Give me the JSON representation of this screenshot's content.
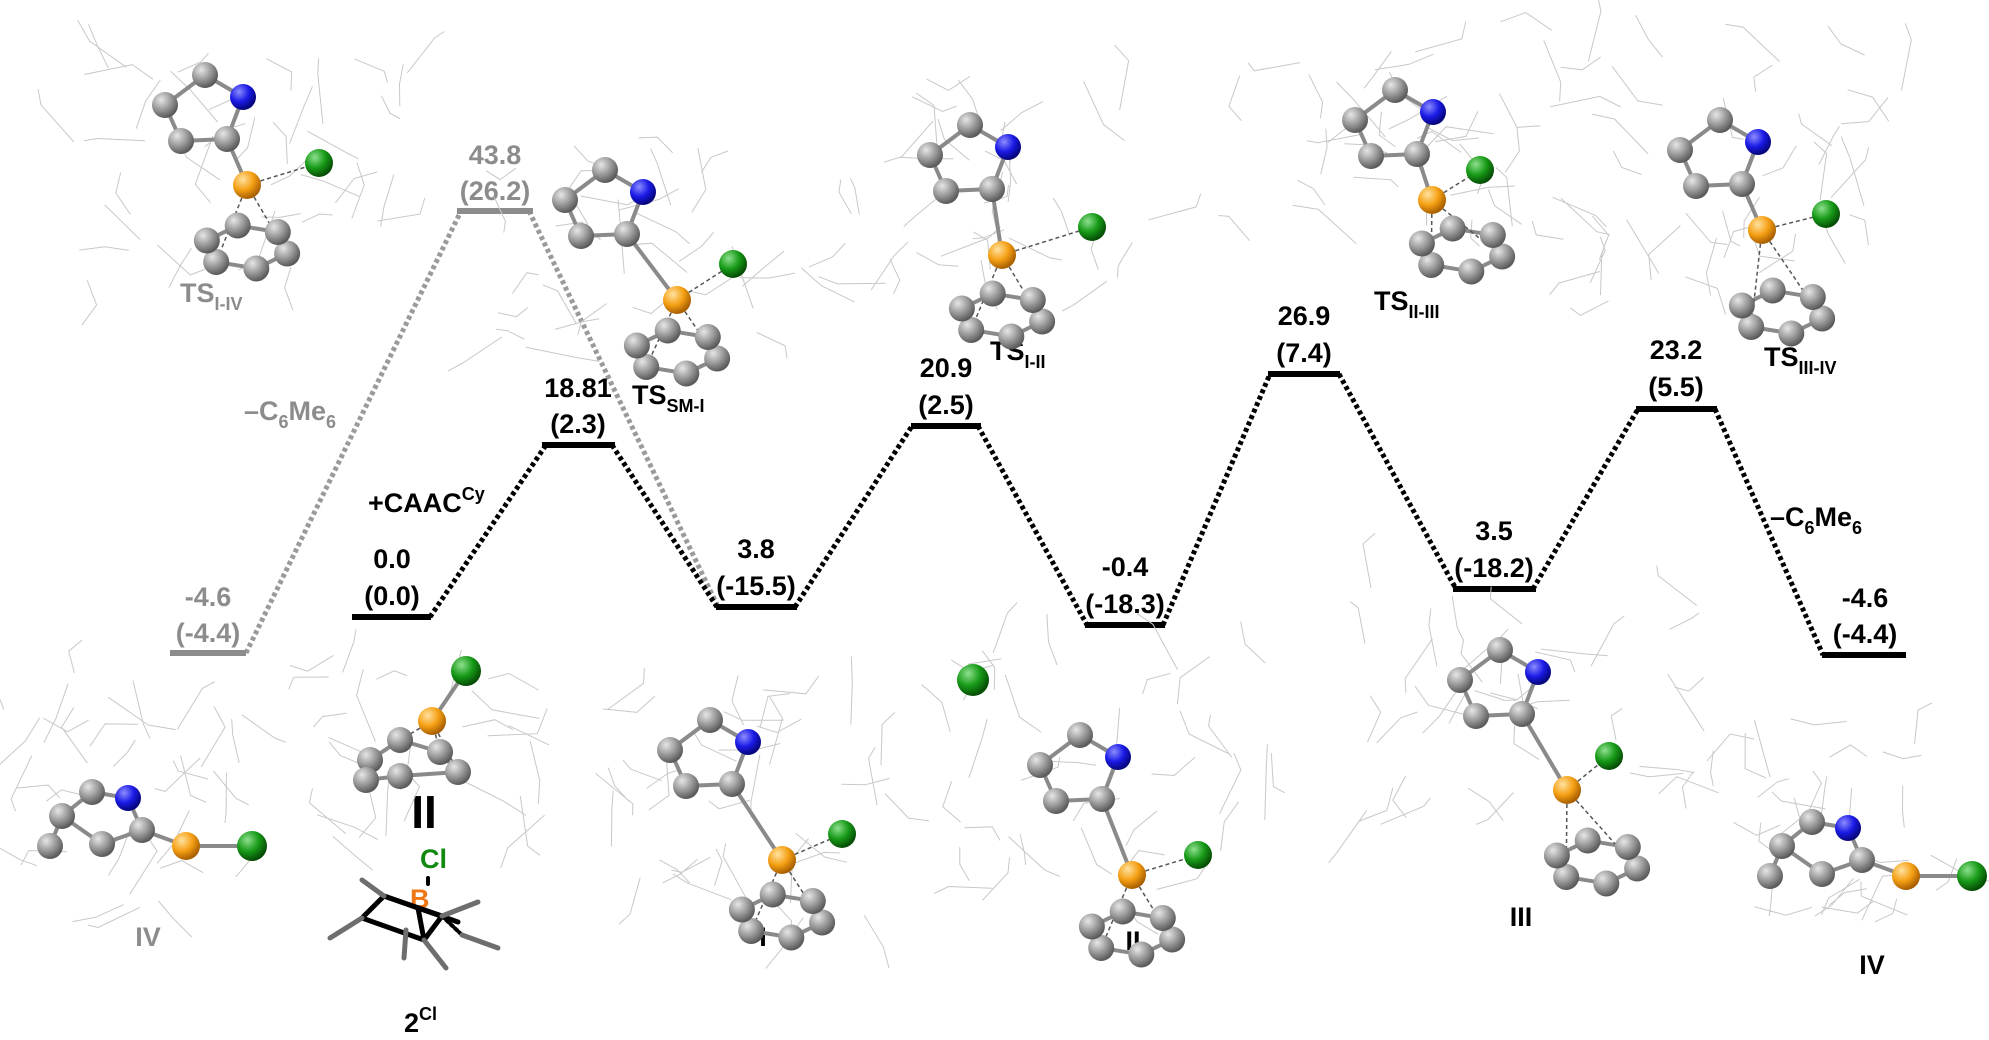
{
  "colors": {
    "main": "#000000",
    "gray": "#8c8c8c",
    "carbon": "#8f8f8f",
    "nitrogen": "#1414e6",
    "phosphorus": "#f5a014",
    "chlorine": "#148c14",
    "boron_label": "#f07814",
    "chlorine_label": "#128a12"
  },
  "levels": [
    {
      "id": "iv-left",
      "energy": "-4.6",
      "sub": "(-4.4)",
      "tone": "gray"
    },
    {
      "id": "start",
      "energy": "0.0",
      "sub": "(0.0)",
      "tone": "main"
    },
    {
      "id": "ts-i-iv",
      "energy": "43.8",
      "sub": "(26.2)",
      "tone": "gray"
    },
    {
      "id": "ts-sm-i",
      "energy": "18.81",
      "sub": "(2.3)",
      "tone": "main"
    },
    {
      "id": "i",
      "energy": "3.8",
      "sub": "(-15.5)",
      "tone": "main"
    },
    {
      "id": "ts-i-ii",
      "energy": "20.9",
      "sub": "(2.5)",
      "tone": "main"
    },
    {
      "id": "ii",
      "energy": "-0.4",
      "sub": "(-18.3)",
      "tone": "main"
    },
    {
      "id": "ts-ii-iii",
      "energy": "26.9",
      "sub": "(7.4)",
      "tone": "main"
    },
    {
      "id": "iii",
      "energy": "3.5",
      "sub": "(-18.2)",
      "tone": "main"
    },
    {
      "id": "ts-iii-iv",
      "energy": "23.2",
      "sub": "(5.5)",
      "tone": "main"
    },
    {
      "id": "iv-right",
      "energy": "-4.6",
      "sub": "(-4.4)",
      "tone": "main"
    }
  ],
  "annotations": {
    "minus_c6me6_left": {
      "prefix": "–C",
      "sub1": "6",
      "mid": "Me",
      "sub2": "6"
    },
    "plus_caac": {
      "prefix": "+CAAC",
      "sup": "Cy"
    },
    "minus_c6me6_right": {
      "prefix": "–C",
      "sub1": "6",
      "mid": "Me",
      "sub2": "6"
    }
  },
  "structures": {
    "ts_i_iv": {
      "base": "TS",
      "sub": "I-IV"
    },
    "ts_sm_i": {
      "base": "TS",
      "sub": "SM-I"
    },
    "ts_i_ii": {
      "base": "TS",
      "sub": "I-II"
    },
    "ts_ii_iii": {
      "base": "TS",
      "sub": "II-III"
    },
    "ts_iii_iv": {
      "base": "TS",
      "sub": "III-IV"
    },
    "iv_left": "IV",
    "i": "I",
    "ii": "II",
    "iii": "III",
    "iv_right": "IV",
    "equals_sign": "II",
    "compound_2cl": {
      "base": "2",
      "sup": "Cl"
    },
    "atom_cl": "Cl",
    "atom_b": "B"
  }
}
